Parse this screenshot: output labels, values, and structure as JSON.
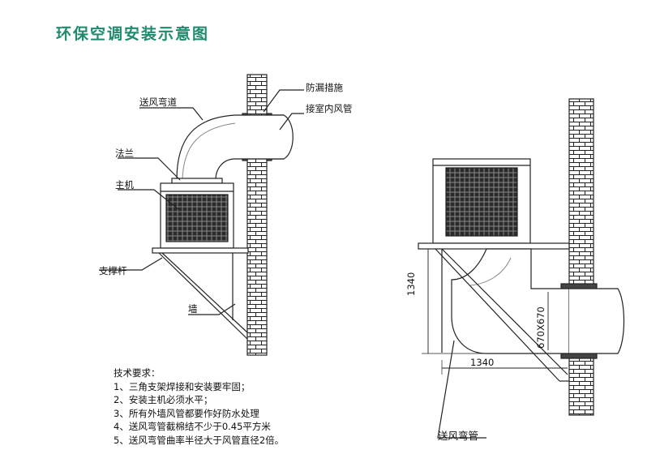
{
  "title": "环保空调安装示意图",
  "left_labels": {
    "bend_duct": "送风弯道",
    "flange": "法兰",
    "main_unit": "主机",
    "support_rod": "支撑杆",
    "wall": "墙",
    "leak_proof": "防漏措施",
    "indoor_duct": "接室内风管"
  },
  "right_labels": {
    "height_dim": "1340",
    "width_dim": "1340",
    "duct_size": "670X670",
    "bend_pipe": "送风弯管"
  },
  "notes": {
    "heading": "技术要求：",
    "items": [
      "1、三角支架焊接和安装要牢固；",
      "2、安装主机必须水平；",
      "3、所有外墙风管都要作好防水处理",
      "4、送风弯管截棉结不少于0.45平方米",
      "5、送风弯管曲率半径大于风管直径2倍。"
    ]
  },
  "colors": {
    "title": "#1f8a6e",
    "line": "#222222"
  }
}
